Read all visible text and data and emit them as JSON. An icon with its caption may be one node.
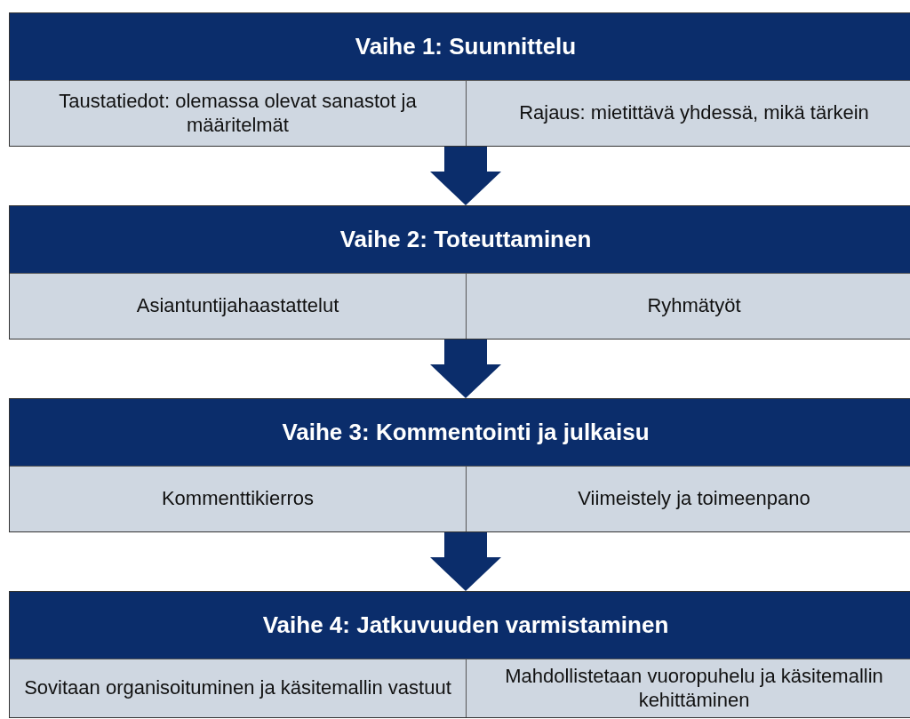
{
  "diagram": {
    "nodes": [
      {
        "text": [
          "Vaihe 1: Suunnittelu"
        ]
      },
      {
        "text": [
          "Taustatiedot: olemassa olevat sanastot ja määritelmät"
        ],
        "in": 0
      },
      {
        "text": [
          "Rajaus: mietittävä yhdessä, mikä tärkein"
        ],
        "in": 0
      },
      {
        "text": [
          "Vaihe 2: Toteuttaminen"
        ]
      },
      {
        "text": [
          "Asiantuntijahaastattelut"
        ],
        "in": 3
      },
      {
        "text": [
          "Ryhmätyöt"
        ],
        "in": 3
      },
      {
        "text": [
          "Vaihe 3: Kommentointi ja julkaisu"
        ]
      },
      {
        "text": [
          "Kommenttikierros"
        ],
        "in": 6
      },
      {
        "text": [
          "Viimeistely ja toimeenpano"
        ],
        "in": 6
      },
      {
        "text": [
          "Vaihe 4: Jatkuvuuden varmistaminen"
        ]
      },
      {
        "text": [
          "Sovitaan organisoituminen ja käsitemallin vastuut"
        ],
        "in": 9
      },
      {
        "text": [
          "Mahdollistetaan vuoropuhelu ja käsitemallin kehittäminen"
        ],
        "in": 9
      }
    ],
    "edges": [
      {
        "from": 0,
        "to": 3,
        "arrow": "to"
      },
      {
        "from": 3,
        "to": 6,
        "arrow": "to"
      },
      {
        "from": 6,
        "to": 9,
        "arrow": "to"
      }
    ]
  }
}
